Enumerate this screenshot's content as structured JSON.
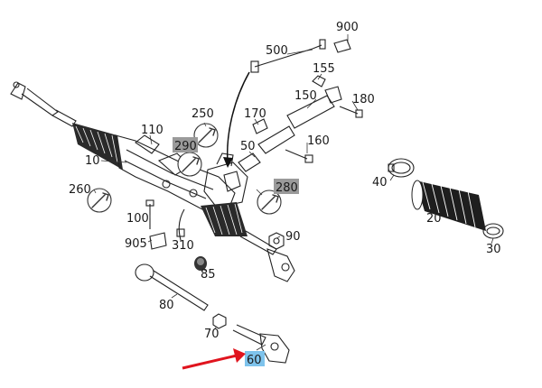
{
  "diagram": {
    "labels": {
      "p900": "900",
      "p500": "500",
      "p155": "155",
      "p150": "150",
      "p180": "180",
      "p170": "170",
      "p250": "250",
      "p110": "110",
      "p290": "290",
      "p50": "50",
      "p160": "160",
      "p10": "10",
      "p280": "280",
      "p260": "260",
      "p40": "40",
      "p20": "20",
      "p100": "100",
      "p90": "90",
      "p905": "905",
      "p310": "310",
      "p85": "85",
      "p30": "30",
      "p80": "80",
      "p70": "70",
      "p60": "60"
    },
    "highlighted_grey": [
      "290",
      "280"
    ],
    "highlighted_selected": "60",
    "colors": {
      "line": "#222222",
      "grey_highlight": "#9a9a9a",
      "selected_highlight": "#7ec3ec",
      "arrow": "#e0141e"
    },
    "icons": [
      "wrench-tool-icon"
    ]
  }
}
